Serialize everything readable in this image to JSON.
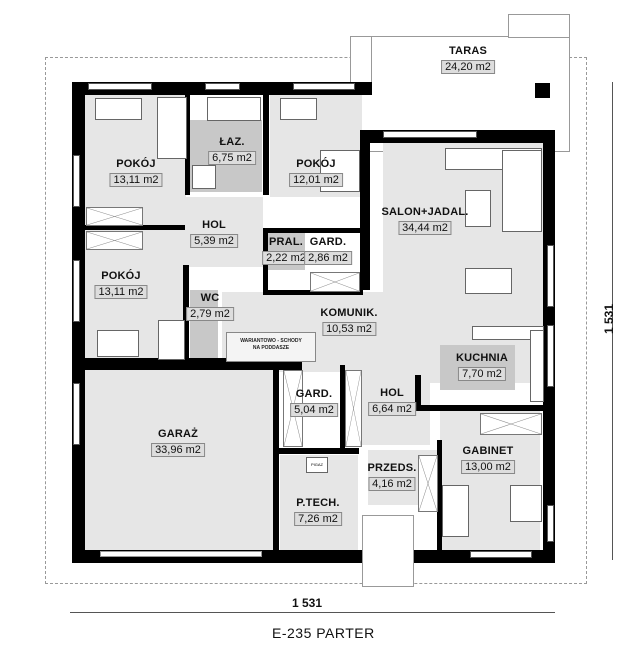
{
  "plan": {
    "title": "E-235 PARTER",
    "dimension_horizontal": "1 531",
    "dimension_vertical": "1 531",
    "stair_note_line1": "WARIANTOWO - SCHODY",
    "stair_note_line2": "NA PODDASZE",
    "boiler_label": "PIGAZ"
  },
  "rooms": [
    {
      "id": "taras",
      "name": "TARAS",
      "area": "24,20 m2"
    },
    {
      "id": "pokoj1",
      "name": "POKÓJ",
      "area": "13,11 m2"
    },
    {
      "id": "lazienka",
      "name": "ŁAZ.",
      "area": "6,75 m2"
    },
    {
      "id": "pokoj2",
      "name": "POKÓJ",
      "area": "12,01 m2"
    },
    {
      "id": "salon",
      "name": "SALON+JADAL.",
      "area": "34,44 m2"
    },
    {
      "id": "hol1",
      "name": "HOL",
      "area": "5,39 m2"
    },
    {
      "id": "pralnia",
      "name": "PRAL.",
      "area": "2,22 m2"
    },
    {
      "id": "garderoba1",
      "name": "GARD.",
      "area": "2,86 m2"
    },
    {
      "id": "pokoj3",
      "name": "POKÓJ",
      "area": "13,11 m2"
    },
    {
      "id": "wc",
      "name": "WC",
      "area": "2,79 m2"
    },
    {
      "id": "komunikacja",
      "name": "KOMUNIK.",
      "area": "10,53 m2"
    },
    {
      "id": "kuchnia",
      "name": "KUCHNIA",
      "area": "7,70 m2"
    },
    {
      "id": "garaz",
      "name": "GARAŻ",
      "area": "33,96 m2"
    },
    {
      "id": "garderoba2",
      "name": "GARD.",
      "area": "5,04 m2"
    },
    {
      "id": "hol2",
      "name": "HOL",
      "area": "6,64 m2"
    },
    {
      "id": "gabinet",
      "name": "GABINET",
      "area": "13,00 m2"
    },
    {
      "id": "przedsionek",
      "name": "PRZEDS.",
      "area": "4,16 m2"
    },
    {
      "id": "ptech",
      "name": "P.TECH.",
      "area": "7,26 m2"
    }
  ],
  "colors": {
    "floor": "#e6e6e6",
    "wet_floor": "#c8c8c8",
    "wall": "#000000",
    "background": "#ffffff"
  }
}
